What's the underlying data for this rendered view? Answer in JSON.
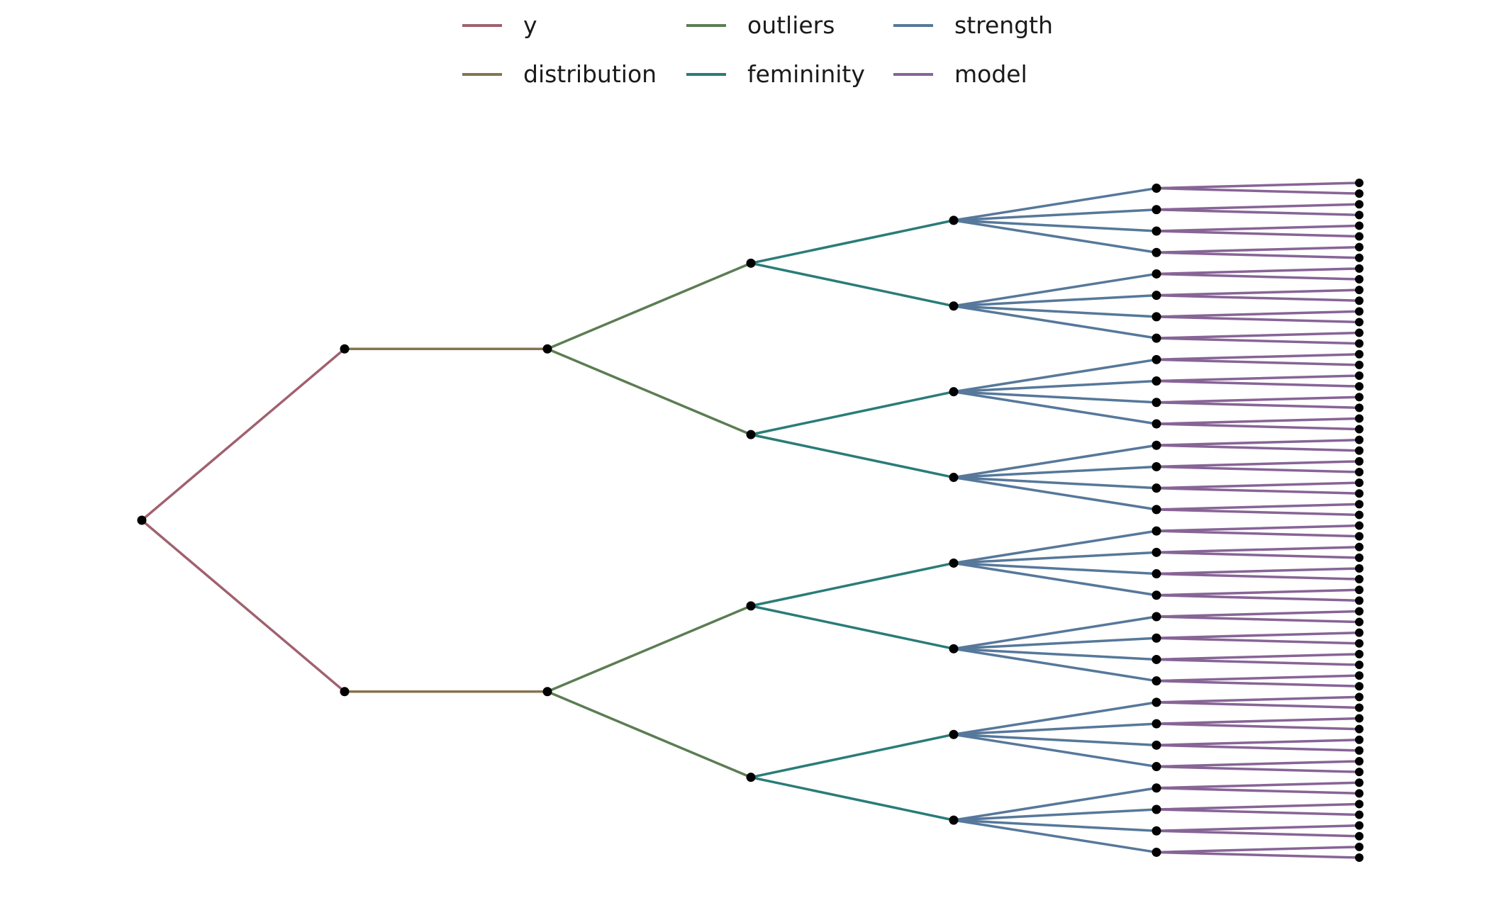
{
  "legend": [
    {
      "label": "y",
      "color": "#A0616E"
    },
    {
      "label": "outliers",
      "color": "#5B7D52"
    },
    {
      "label": "strength",
      "color": "#56789A"
    },
    {
      "label": "distribution",
      "color": "#857452"
    },
    {
      "label": "femininity",
      "color": "#2A7C78"
    },
    {
      "label": "model",
      "color": "#876496"
    }
  ],
  "tree": {
    "node_color": "#000000",
    "levels": [
      {
        "variable": "y",
        "branches": 2
      },
      {
        "variable": "distribution",
        "branches": 1
      },
      {
        "variable": "outliers",
        "branches": 2
      },
      {
        "variable": "femininity",
        "branches": 2
      },
      {
        "variable": "strength",
        "branches": 4
      },
      {
        "variable": "model",
        "branches": 2
      }
    ]
  }
}
